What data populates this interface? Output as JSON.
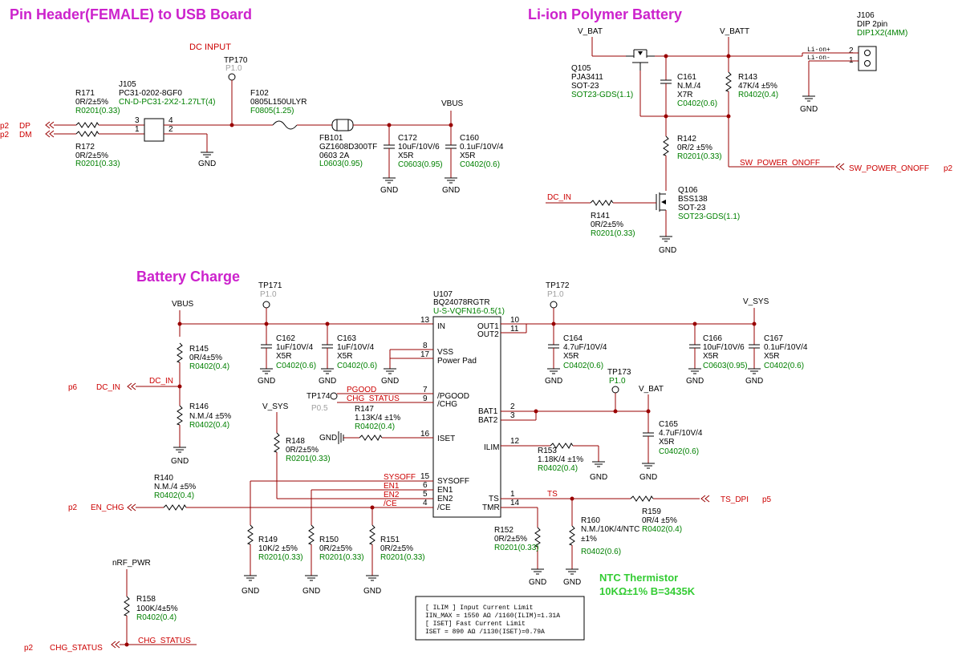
{
  "titles": {
    "usb": "Pin Header(FEMALE) to USB Board",
    "battery": "Li-ion Polymer Battery",
    "charge": "Battery Charge",
    "dc_input": "DC INPUT"
  },
  "ntc_note": [
    "NTC Thermistor",
    "10KΩ±1% B=3435K"
  ],
  "note_box": [
    "[ ILIM ] Input Current Limit",
    "IIN_MAX = 1550 AΩ /1160(ILIM)=1.31A",
    "[ ISET] Fast Current Limit",
    "ISET = 890 AΩ /1130(ISET)=0.79A"
  ],
  "nets": {
    "gnd": "GND",
    "vbus": "VBUS",
    "v_bat": "V_BAT",
    "v_batt": "V_BATT",
    "v_sys": "V_SYS",
    "dc_in": "DC_IN",
    "dp": "DP",
    "dm": "DM",
    "sw_power_onoff": "SW_POWER_ONOFF",
    "en_chg": "EN_CHG",
    "ts_dpi": "TS_DPI",
    "chg_status": "CHG_STATUS",
    "nrf_pwr": "nRF_PWR",
    "pgood": "PGOOD",
    "en1": "EN1",
    "en2": "EN2",
    "sysoff": "SYSOFF",
    "ce": "/CE",
    "ts": "TS",
    "li_pos": "Li-on+",
    "li_neg": "Li-on-"
  },
  "pages": {
    "p2": "p2",
    "p5": "p5",
    "p6": "p6"
  },
  "components": {
    "r171": [
      "R171",
      "0R/2±5%",
      "R0201(0.33)"
    ],
    "r172": [
      "R172",
      "0R/2±5%",
      "R0201(0.33)"
    ],
    "j105": [
      "J105",
      "PC31-0202-8GF0",
      "CN-D-PC31-2X2-1.27LT(4)"
    ],
    "tp170": [
      "TP170",
      "P1.0"
    ],
    "f102": [
      "F102",
      "0805L150ULYR",
      "F0805(1.25)"
    ],
    "fb101": [
      "FB101",
      "GZ1608D300TF",
      "0603    2A",
      "L0603(0.95)"
    ],
    "c172": [
      "C172",
      "10uF/10V/6",
      "X5R",
      "C0603(0.95)"
    ],
    "c160": [
      "C160",
      "0.1uF/10V/4",
      "X5R",
      "C0402(0.6)"
    ],
    "q105": [
      "Q105",
      "PJA3411",
      "SOT-23",
      "SOT23-GDS(1.1)"
    ],
    "c161": [
      "C161",
      "N.M./4",
      "X7R",
      "C0402(0.6)"
    ],
    "r143": [
      "R143",
      "47K/4  ±5%",
      "R0402(0.4)"
    ],
    "j106": [
      "J106",
      "DIP 2pin",
      "DIP1X2(4MM)"
    ],
    "r142": [
      "R142",
      "0R/2    ±5%",
      "R0201(0.33)"
    ],
    "q106": [
      "Q106",
      "BSS138",
      "SOT-23",
      "SOT23-GDS(1.1)"
    ],
    "r141": [
      "R141",
      "0R/2±5%",
      "R0201(0.33)"
    ],
    "tp171": [
      "TP171",
      "P1.0"
    ],
    "tp172": [
      "TP172",
      "P1.0"
    ],
    "tp173": [
      "TP173",
      "P1.0"
    ],
    "tp174": [
      "TP174",
      "P0.5"
    ],
    "u107": [
      "U107",
      "BQ24078RGTR",
      "U-S-VQFN16-0.5(1)"
    ],
    "c162": [
      "C162",
      "1uF/10V/4",
      "X5R",
      "C0402(0.6)"
    ],
    "c163": [
      "C163",
      "1uF/10V/4",
      "X5R",
      "C0402(0.6)"
    ],
    "c164": [
      "C164",
      "4.7uF/10V/4",
      "X5R",
      "C0402(0.6)"
    ],
    "c166": [
      "C166",
      "10uF/10V/6",
      "X5R",
      "C0603(0.95)"
    ],
    "c167": [
      "C167",
      "0.1uF/10V/4",
      "X5R",
      "C0402(0.6)"
    ],
    "c165": [
      "C165",
      "4.7uF/10V/4",
      "X5R",
      "C0402(0.6)"
    ],
    "r145": [
      "R145",
      "0R/4±5%",
      "R0402(0.4)"
    ],
    "r146": [
      "R146",
      "N.M./4 ±5%",
      "R0402(0.4)"
    ],
    "r147": [
      "R147",
      "1.13K/4   ±1%",
      "R0402(0.4)"
    ],
    "r148": [
      "R148",
      "0R/2±5%",
      "R0201(0.33)"
    ],
    "r153": [
      "R153",
      "1.18K/4   ±1%",
      "R0402(0.4)"
    ],
    "r140": [
      "R140",
      "N.M./4     ±5%",
      "R0402(0.4)"
    ],
    "r149": [
      "R149",
      "10K/2  ±5%",
      "R0201(0.33)"
    ],
    "r150": [
      "R150",
      "0R/2±5%",
      "R0201(0.33)"
    ],
    "r151": [
      "R151",
      "0R/2±5%",
      "R0201(0.33)"
    ],
    "r152": [
      "R152",
      "0R/2±5%",
      "R0201(0.33)"
    ],
    "r160": [
      "R160",
      "N.M./10K/4/NTC",
      "±1%",
      "R0402(0.6)"
    ],
    "r159": [
      "R159",
      "0R/4     ±5%",
      "R0402(0.4)"
    ],
    "r158": [
      "R158",
      "100K/4±5%",
      "R0402(0.4)"
    ]
  },
  "ic_pins": {
    "in": "IN",
    "vss": "VSS",
    "power_pad": "Power Pad",
    "pgood": "/PGOOD",
    "chg": "/CHG",
    "iset": "ISET",
    "sysoff": "SYSOFF",
    "en1": "EN1",
    "en2": "EN2",
    "ce": "/CE",
    "out1": "OUT1",
    "out2": "OUT2",
    "bat1": "BAT1",
    "bat2": "BAT2",
    "ilim": "ILIM",
    "ts": "TS",
    "tmr": "TMR"
  },
  "pin_numbers": [
    "13",
    "8",
    "17",
    "7",
    "9",
    "16",
    "15",
    "6",
    "5",
    "4",
    "10",
    "11",
    "2",
    "3",
    "12",
    "1",
    "14"
  ],
  "j_pins": [
    "3",
    "4",
    "1",
    "2"
  ],
  "j106_pins": [
    "2",
    "1"
  ]
}
